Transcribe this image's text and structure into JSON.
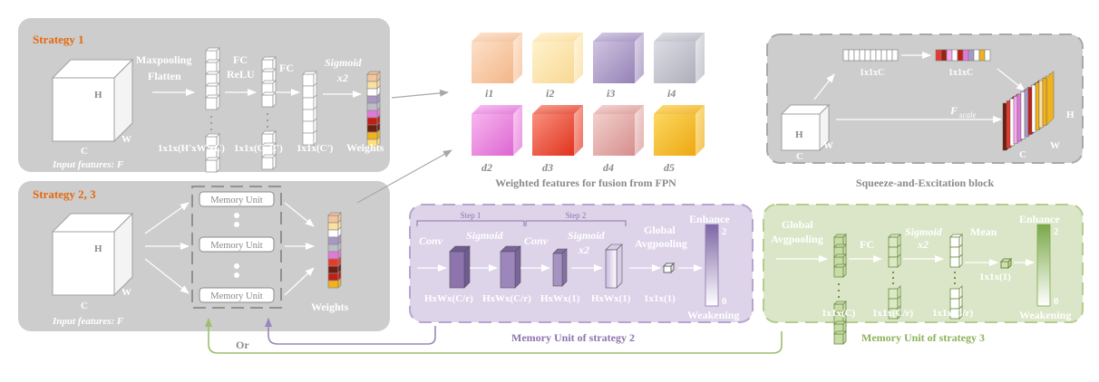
{
  "strategy1": {
    "title": "Strategy 1",
    "maxpool": "Maxpooling",
    "flatten": "Flatten",
    "fc1": "FC",
    "relu": "ReLU",
    "fc2": "FC",
    "sigmoid": "Sigmoid",
    "x2": "x2",
    "dim1": "1x1x(H'xW'xC)",
    "dim2": "1x1x(CxC')",
    "dim3": "1x1x(C')",
    "weights": "Weights",
    "input": "Input features: F",
    "cube_h": "H",
    "cube_w": "W",
    "cube_c": "C"
  },
  "strategy23": {
    "title": "Strategy 2, 3",
    "memory_units": [
      "Memory Unit",
      "Memory Unit",
      "Memory Unit"
    ],
    "weights": "Weights",
    "input": "Input features: F",
    "cube_h": "H",
    "cube_w": "W",
    "cube_c": "C",
    "or": "Or"
  },
  "fpn": {
    "top_labels": [
      "i1",
      "i2",
      "i3",
      "i4"
    ],
    "bottom_labels": [
      "d2",
      "d3",
      "d4",
      "d5"
    ],
    "caption": "Weighted  features for fusion from FPN",
    "colors": [
      "#f4c49c",
      "#fbe1a0",
      "#aa98c4",
      "#bdbdc8",
      "#e07ad8",
      "#e83a2c",
      "#dc9c9a",
      "#f0b21e"
    ]
  },
  "se_block": {
    "dim_a": "1x1xC",
    "dim_b": "1x1xC",
    "f_scale": "F",
    "scale": "scale",
    "cube_h": "H",
    "cube_w": "W",
    "cube_c": "C",
    "out_h": "H",
    "out_w": "W",
    "out_c": "C",
    "caption": "Squeeze-and-Excitation block"
  },
  "mu2": {
    "step1": "Step 1",
    "step2": "Step 2",
    "conv1": "Conv",
    "sigmoid1": "Sigmoid",
    "conv2": "Conv",
    "sigmoid2": "Sigmoid",
    "x2": "x2",
    "global": "Global",
    "avgpool": "Avgpooling",
    "dims": [
      "HxWx(C/r)",
      "HxWx(C/r)",
      "HxWx(1)",
      "HxWx(1)",
      "1x1x(1)"
    ],
    "enhance": "Enhance",
    "weakening": "Weakening",
    "top_val": "2",
    "bottom_val": "0",
    "caption": "Memory Unit  of strategy 2"
  },
  "mu3": {
    "global": "Global",
    "avgpool": "Avgpooling",
    "fc": "FC",
    "sigmoid": "Sigmoid",
    "x2": "x2",
    "mean": "Mean",
    "dims": [
      "1x1x(C)",
      "1x1x(C/r)",
      "1x1x(C/r)",
      "1x1x(1)"
    ],
    "enhance": "Enhance",
    "weakening": "Weakening",
    "top_val": "2",
    "bottom_val": "0",
    "caption": "Memory Unit  of strategy 3"
  }
}
